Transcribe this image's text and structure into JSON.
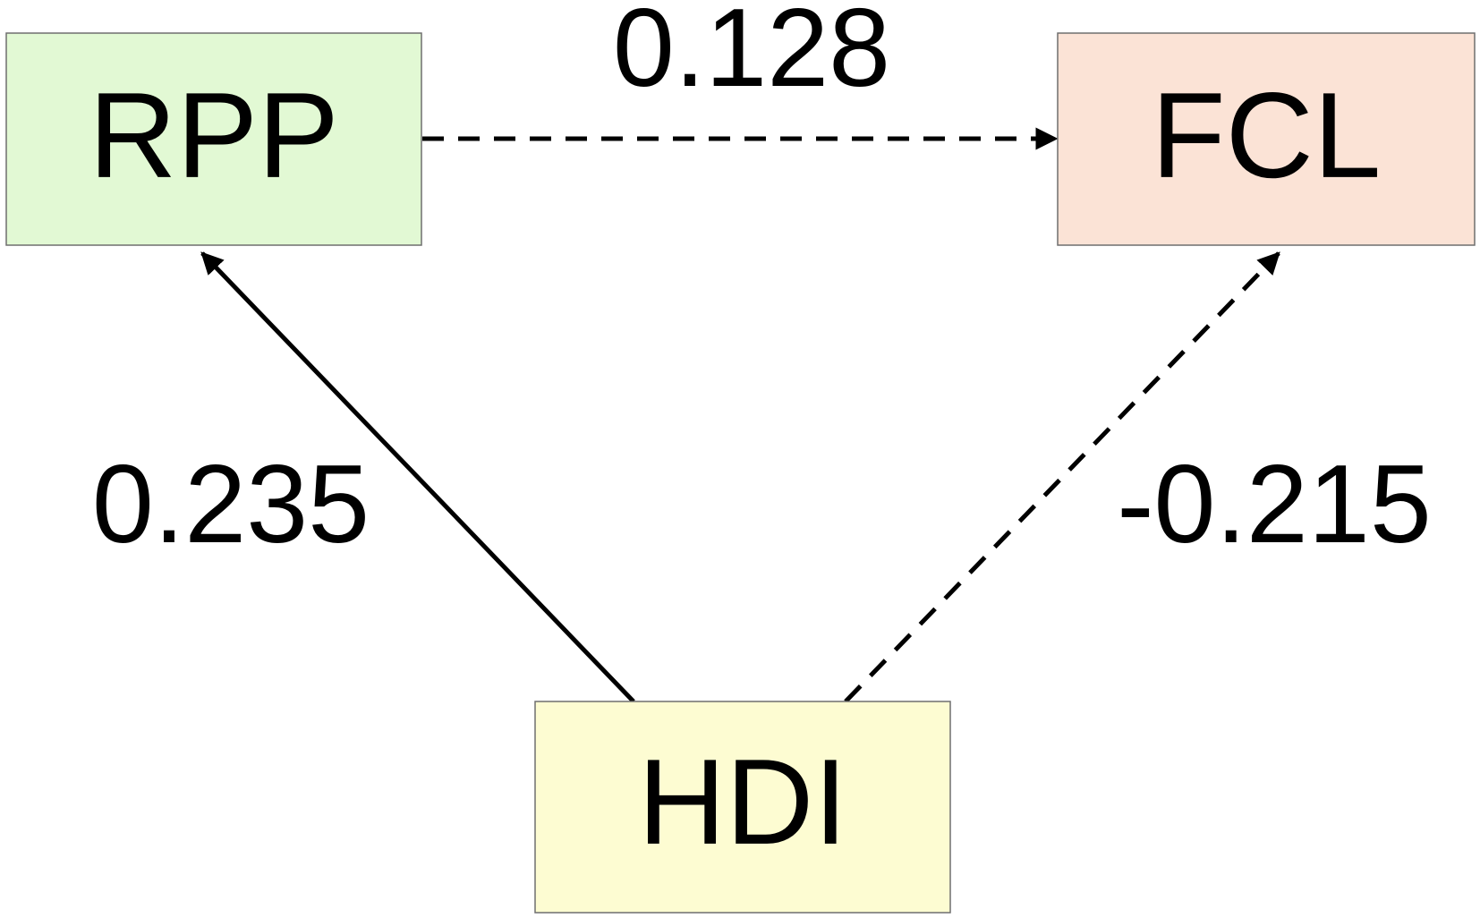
{
  "nodes": {
    "rpp": {
      "label": "RPP",
      "fill": "#e2f9d4"
    },
    "fcl": {
      "label": "FCL",
      "fill": "#fbe3d6"
    },
    "hdi": {
      "label": "HDI",
      "fill": "#fdfcd2"
    }
  },
  "edges": {
    "rpp_to_fcl": {
      "from": "RPP",
      "to": "FCL",
      "coefficient": "0.128",
      "line_style": "dashed"
    },
    "hdi_to_rpp": {
      "from": "HDI",
      "to": "RPP",
      "coefficient": "0.235",
      "line_style": "solid"
    },
    "hdi_to_fcl": {
      "from": "HDI",
      "to": "FCL",
      "coefficient": "-0.215",
      "line_style": "dashed"
    }
  },
  "colors": {
    "line": "#000000",
    "box_border": "#6f6f6f"
  }
}
